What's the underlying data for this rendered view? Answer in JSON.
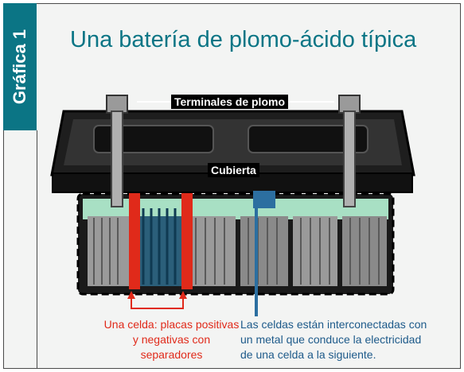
{
  "sidebar": {
    "tab_label": "Gráfica 1"
  },
  "figure": {
    "title": "Una batería de plomo-ácido típica",
    "labels": {
      "terminals": "Terminales de plomo",
      "cover": "Cubierta"
    },
    "captions": {
      "cell": [
        "Una celda: placas positivas",
        "y negativas con separadores"
      ],
      "interconnect": [
        "Las celdas están interconectadas con",
        "un metal que conduce la electricidad",
        "de una celda a la siguiente."
      ]
    },
    "colors": {
      "accent": "#0b7585",
      "cell_highlight": "#e02a1a",
      "interconnect": "#1d5a8a",
      "electrolyte": "#a8e0c4",
      "plate_gray": "#8a8a8a"
    }
  }
}
